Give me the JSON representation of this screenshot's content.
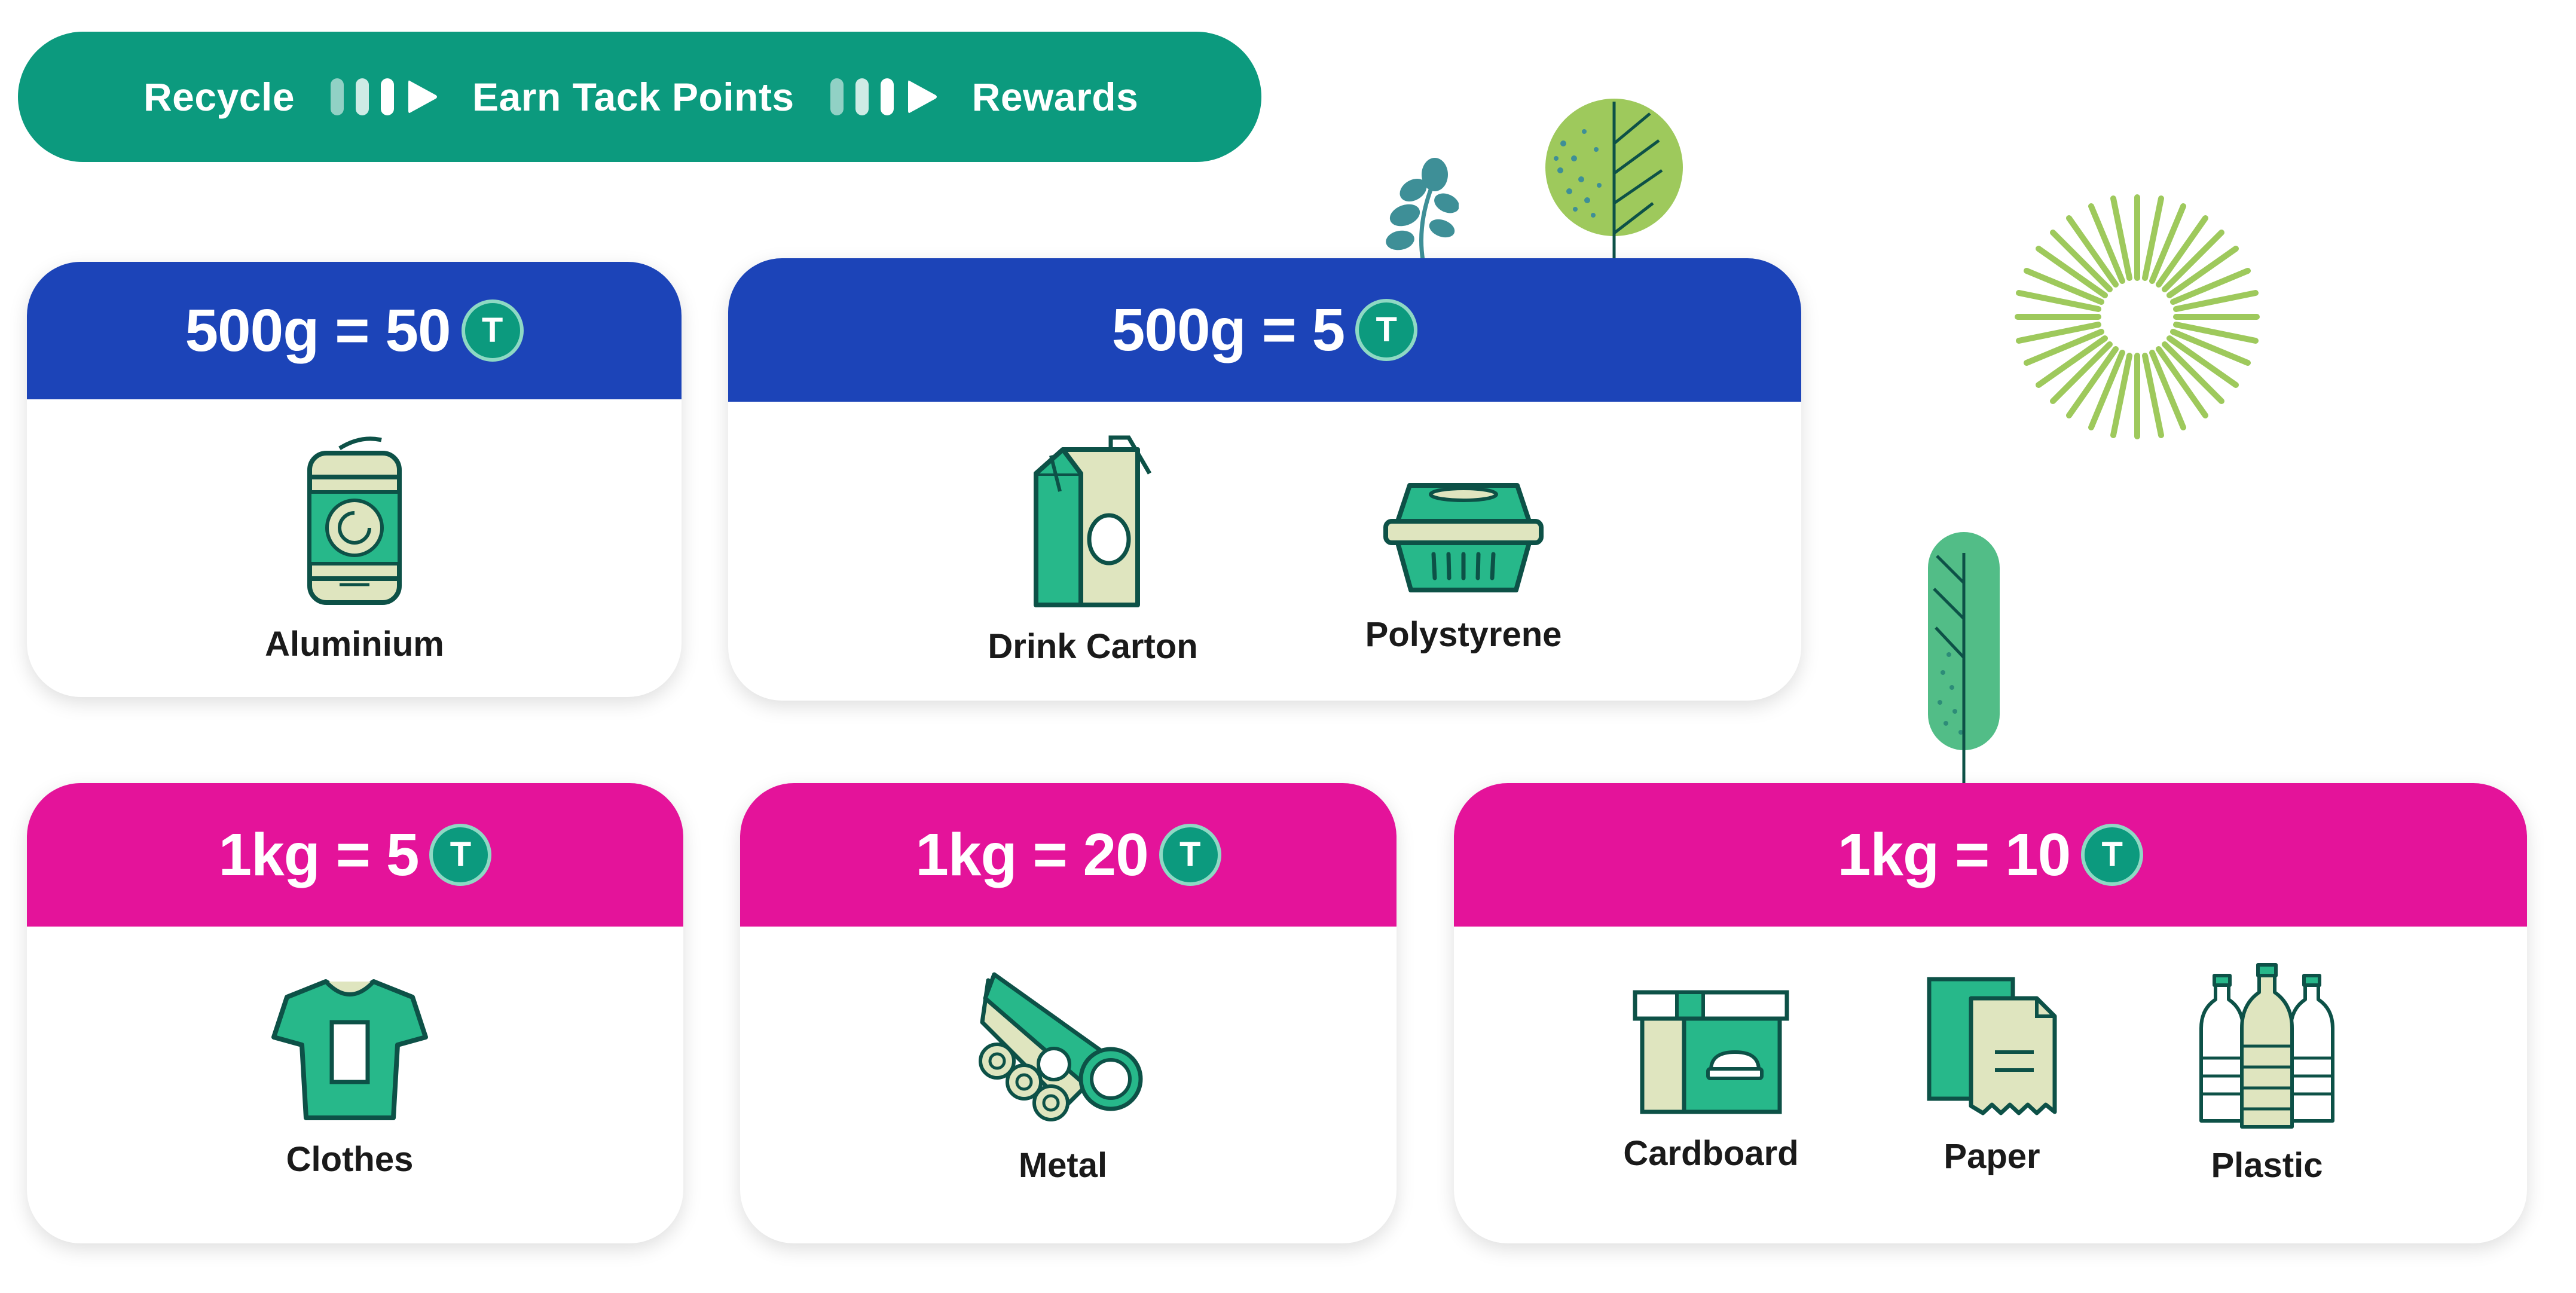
{
  "flow": {
    "steps": [
      "Recycle",
      "Earn Tack Points",
      "Rewards"
    ]
  },
  "coin_symbol": "T",
  "cards": [
    {
      "rate": "500g = 50",
      "items": [
        "Aluminium"
      ]
    },
    {
      "rate": "500g = 5",
      "items": [
        "Drink Carton",
        "Polystyrene"
      ]
    },
    {
      "rate": "1kg = 5",
      "items": [
        "Clothes"
      ]
    },
    {
      "rate": "1kg = 20",
      "items": [
        "Metal"
      ]
    },
    {
      "rate": "1kg = 10",
      "items": [
        "Cardboard",
        "Paper",
        "Plastic"
      ]
    }
  ],
  "colors": {
    "green": "#0c9a7e",
    "blue": "#1c44b8",
    "pink": "#e4139a",
    "icon_fill": "#27b88a",
    "icon_cream": "#dfe5bf",
    "icon_outline": "#0d5147",
    "leaf_light": "#9ec95c",
    "leaf_teal": "#3e8f97"
  },
  "icons": {
    "aluminium": "can-icon",
    "drink_carton": "juice-box-icon",
    "polystyrene": "food-container-icon",
    "clothes": "t-shirt-icon",
    "metal": "pipes-icon",
    "cardboard": "box-icon",
    "paper": "paper-icon",
    "plastic": "bottles-icon"
  }
}
